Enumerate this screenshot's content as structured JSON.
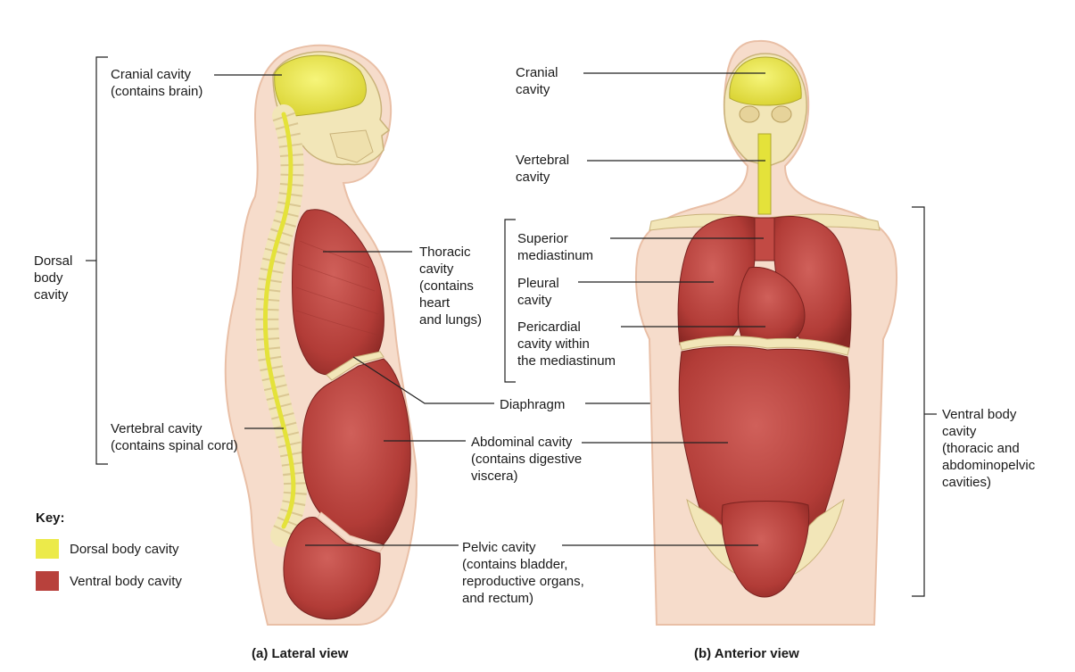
{
  "colors": {
    "skin": "#f6dccb",
    "skin_edge": "#e9bfa6",
    "bone": "#f2e6b8",
    "bone_edge": "#c9b27a",
    "dorsal": "#ecea4a",
    "ventral": "#b8413c",
    "ventral_dark": "#8e2a27",
    "line": "#222222"
  },
  "icons": {
    "lateral": "lateral-body-figure",
    "anterior": "anterior-body-figure"
  },
  "lateral": {
    "cranial": "Cranial cavity\n(contains brain)",
    "dorsal": "Dorsal\nbody\ncavity",
    "vertebral": "Vertebral cavity\n(contains spinal cord)",
    "thoracic": "Thoracic\ncavity\n(contains\nheart\nand lungs)",
    "abdominal": "Abdominal cavity\n(contains digestive\nviscera)",
    "pelvic": "Pelvic cavity\n(contains bladder,\nreproductive organs,\nand rectum)",
    "diaphragm": "Diaphragm",
    "caption": "(a)  Lateral view"
  },
  "anterior": {
    "cranial": "Cranial\ncavity",
    "vertebral": "Vertebral\ncavity",
    "superior": "Superior\nmediastinum",
    "pleural": "Pleural\ncavity",
    "pericardial": "Pericardial\ncavity within\nthe mediastinum",
    "ventral": "Ventral body\ncavity\n(thoracic and\nabdominopelvic\ncavities)",
    "caption": "(b)  Anterior view"
  },
  "key": {
    "title": "Key:",
    "dorsal": "Dorsal body cavity",
    "ventral": "Ventral body cavity"
  }
}
